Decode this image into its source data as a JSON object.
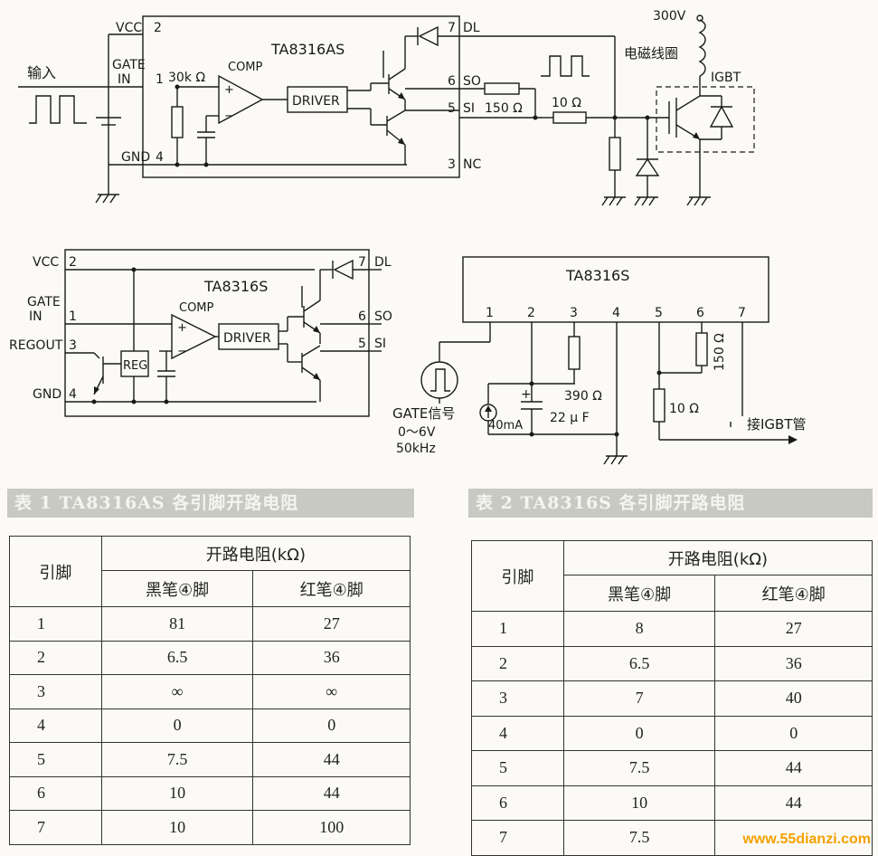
{
  "circuit1": {
    "chip": "TA8316AS",
    "vcc": "VCC",
    "pin2": "2",
    "gate": "GATE",
    "in": "IN",
    "pin1": "1",
    "gnd": "GND",
    "pin4": "4",
    "res30k": "30k Ω",
    "comp": "COMP",
    "driver": "DRIVER",
    "pin7": "7",
    "dl": "DL",
    "pin6": "6",
    "so": "SO",
    "pin5": "5",
    "si": "SI",
    "pin3": "3",
    "nc": "NC",
    "input_label": "输入",
    "r150": "150 Ω",
    "r10": "10 Ω",
    "v300": "300V",
    "coil": "电磁线圈",
    "igbt": "IGBT"
  },
  "circuit2": {
    "chip": "TA8316S",
    "vcc": "VCC",
    "pin2": "2",
    "gate": "GATE",
    "in": "IN",
    "pin1": "1",
    "regout": "REGOUT",
    "pin3": "3",
    "gnd": "GND",
    "pin4": "4",
    "reg": "REG",
    "comp": "COMP",
    "driver": "DRIVER",
    "pin7": "7",
    "dl": "DL",
    "pin6": "6",
    "so": "SO",
    "pin5": "5",
    "si": "SI"
  },
  "circuit3": {
    "chip": "TA8316S",
    "pins": [
      "1",
      "2",
      "3",
      "4",
      "5",
      "6",
      "7"
    ],
    "r390": "390 Ω",
    "c22": "22 μ F",
    "i40": "40mA",
    "r10": "10 Ω",
    "r150": "150 Ω",
    "gate_signal": "GATE信号",
    "range": "0～6V",
    "freq": "50kHz",
    "to_igbt": "接IGBT管"
  },
  "table1": {
    "caption": "表 1   TA8316AS 各引脚开路电阻",
    "header_pin": "引脚",
    "header_group": "开路电阻(kΩ)",
    "header_black": "黑笔④脚",
    "header_red": "红笔④脚",
    "rows": [
      {
        "pin": "1",
        "black": "81",
        "red": "27"
      },
      {
        "pin": "2",
        "black": "6.5",
        "red": "36"
      },
      {
        "pin": "3",
        "black": "∞",
        "red": "∞"
      },
      {
        "pin": "4",
        "black": "0",
        "red": "0"
      },
      {
        "pin": "5",
        "black": "7.5",
        "red": "44"
      },
      {
        "pin": "6",
        "black": "10",
        "red": "44"
      },
      {
        "pin": "7",
        "black": "10",
        "red": "100"
      }
    ]
  },
  "table2": {
    "caption": "表 2   TA8316S 各引脚开路电阻",
    "header_pin": "引脚",
    "header_group": "开路电阻(kΩ)",
    "header_black": "黑笔④脚",
    "header_red": "红笔④脚",
    "rows": [
      {
        "pin": "1",
        "black": "8",
        "red": "27"
      },
      {
        "pin": "2",
        "black": "6.5",
        "red": "36"
      },
      {
        "pin": "3",
        "black": "7",
        "red": "40"
      },
      {
        "pin": "4",
        "black": "0",
        "red": "0"
      },
      {
        "pin": "5",
        "black": "7.5",
        "red": "44"
      },
      {
        "pin": "6",
        "black": "10",
        "red": "44"
      },
      {
        "pin": "7",
        "black": "7.5",
        "red": ""
      }
    ]
  },
  "watermark": "www.55dianzi.com"
}
